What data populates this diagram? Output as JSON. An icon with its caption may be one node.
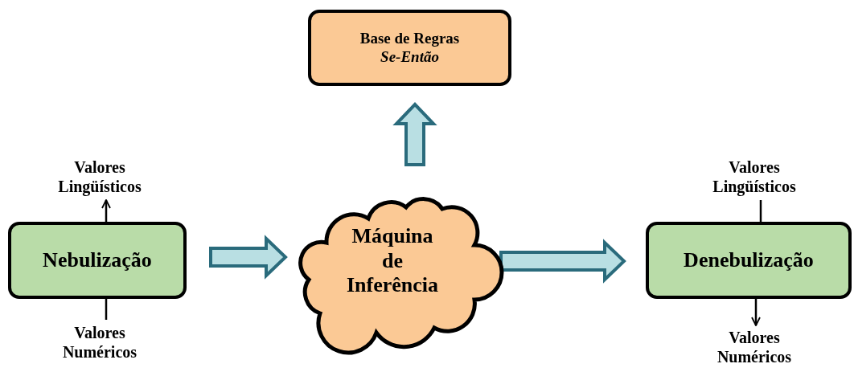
{
  "diagram": {
    "nodes": [
      {
        "text": [
          "Base de Regras",
          "Se-Então"
        ]
      },
      {
        "text": [
          "Nebulização"
        ]
      },
      {
        "text": [
          "Máquina de Inferência"
        ]
      },
      {
        "text": [
          "Denebulização"
        ]
      },
      {
        "text": [
          "Valores Lingüísticos"
        ]
      },
      {
        "text": [
          "Valores Numéricos"
        ]
      },
      {
        "text": [
          "Valores Lingüísticos"
        ]
      },
      {
        "text": [
          "Valores Numéricos"
        ]
      }
    ],
    "edges": [
      {
        "from": 1,
        "to": 2,
        "arrow": "to",
        "style": "thick",
        "color": "#2a6b7c"
      },
      {
        "from": 2,
        "to": 0,
        "arrow": "to",
        "style": "thick",
        "color": "#2a6b7c"
      },
      {
        "from": 2,
        "to": 3,
        "arrow": "to",
        "style": "thick",
        "color": "#2a6b7c"
      },
      {
        "from": 5,
        "to": 1,
        "arrow": "none"
      },
      {
        "from": 1,
        "to": 4,
        "arrow": "to"
      },
      {
        "from": 6,
        "to": 3,
        "arrow": "none"
      },
      {
        "from": 3,
        "to": 7,
        "arrow": "to"
      }
    ]
  }
}
